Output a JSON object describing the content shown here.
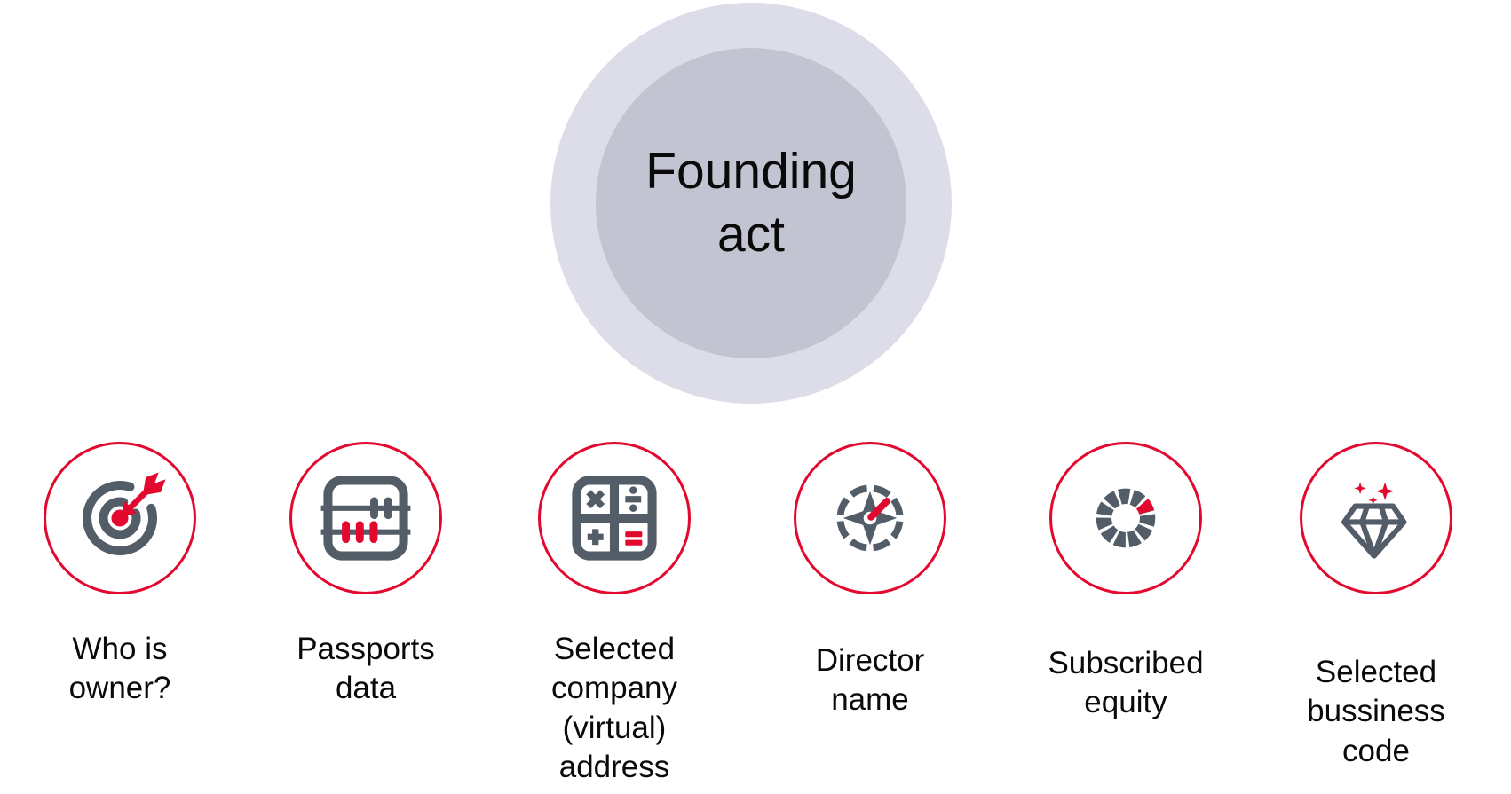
{
  "title": "Founding act",
  "colors": {
    "accent_red": "#e2082e",
    "icon_slate": "#525d68",
    "hero_circle_outer": "#dcdde8",
    "hero_circle_inner": "#c3c4d1",
    "text": "#0a0a0a",
    "background": "#ffffff"
  },
  "hero": {
    "label": "Founding act"
  },
  "steps": [
    {
      "label": "Who is owner?",
      "icon": "target-dart-icon"
    },
    {
      "label": "Passports data",
      "icon": "abacus-icon"
    },
    {
      "label": "Selected company (virtual) address",
      "icon": "calculator-icon"
    },
    {
      "label": "Director name",
      "icon": "compass-icon"
    },
    {
      "label": "Subscribed equity",
      "icon": "segmented-donut-icon"
    },
    {
      "label": "Selected bussiness code",
      "icon": "diamond-sparkles-icon"
    }
  ]
}
